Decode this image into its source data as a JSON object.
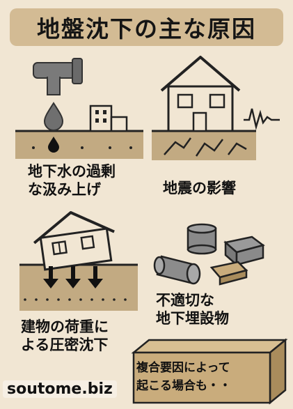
{
  "title": "地盤沈下の主な原因",
  "causes": [
    {
      "label_line1": "地下水の過剰",
      "label_line2": "な汲み上げ"
    },
    {
      "label_line1": "地震の影響"
    },
    {
      "label_line1": "建物の荷重に",
      "label_line2": "よる圧密沈下"
    },
    {
      "label_line1": "不適切な",
      "label_line2": "地下埋設物"
    }
  ],
  "box_note": {
    "line1": "複合要因によって",
    "line2": "起こる場合も・・"
  },
  "footer": "soutome.biz",
  "colors": {
    "background": "#f1e6d3",
    "banner": "#d3bb94",
    "soil": "#c2aa82",
    "outline": "#222222",
    "box": "#c9ac7c"
  }
}
